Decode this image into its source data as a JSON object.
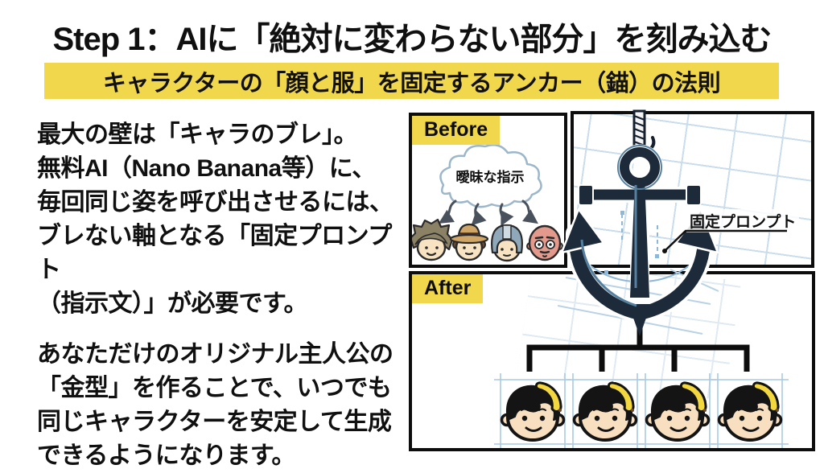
{
  "title": "Step 1：AIに「絶対に変わらない部分」を刻み込む",
  "subtitle": "キャラクターの「顔と服」を固定するアンカー（錨）の法則",
  "body": {
    "paragraph1": "最大の壁は「キャラのブレ」。\n無料AI（Nano Banana等）に、\n毎回同じ姿を呼び出させるには、\nブレない軸となる「固定プロンプト\n（指示文）」が必要です。",
    "paragraph2": "あなただけのオリジナル主人公の\n「金型」を作ることで、いつでも\n同じキャラクターを安定して生成\nできるようになります。"
  },
  "before_panel": {
    "label": "Before",
    "cloud_text": "曖昧な指示",
    "characters": [
      "shaggy-hair-man",
      "straw-hat-man",
      "helmet-man",
      "bald-man"
    ]
  },
  "after_panel": {
    "label": "After",
    "characters": [
      "banana-hair-boy",
      "banana-hair-boy",
      "banana-hair-boy",
      "banana-hair-boy"
    ]
  },
  "anchor_diagram": {
    "callout_label": "固定プロンプト"
  },
  "colors": {
    "accent_yellow": "#f0d74b",
    "panel_border": "#0d0d0d",
    "blueprint_blue": "#a9c9e2",
    "anchor_navy": "#1c2a3a",
    "skin": "#f8dfc0",
    "banana_yellow": "#f2d73e"
  }
}
